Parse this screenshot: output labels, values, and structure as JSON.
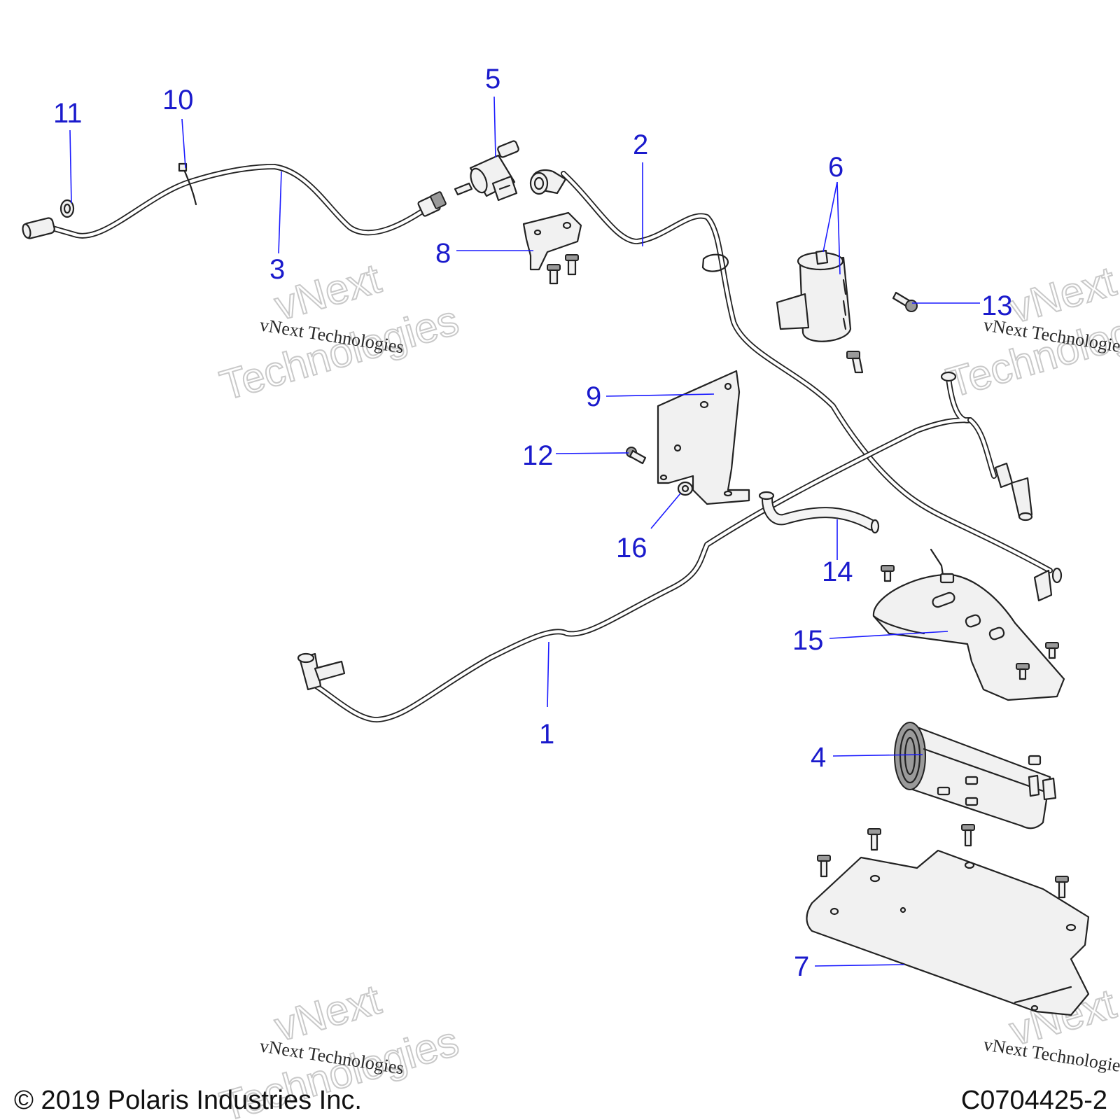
{
  "callouts": {
    "c1": "1",
    "c2": "2",
    "c3": "3",
    "c4": "4",
    "c5": "5",
    "c6": "6",
    "c7": "7",
    "c8": "8",
    "c9": "9",
    "c10": "10",
    "c11": "11",
    "c12": "12",
    "c13": "13",
    "c14": "14",
    "c15": "15",
    "c16": "16"
  },
  "watermark": {
    "line_small": "vNext Technologies",
    "line_big_1": "vNext",
    "line_big_2": "Technologies"
  },
  "footer": {
    "copyright": "© 2019 Polaris Industries Inc.",
    "drawing_id": "C0704425-2"
  },
  "colors": {
    "callout": "#1a1acc",
    "leader": "#1a1aff",
    "line_art": "#222222"
  }
}
